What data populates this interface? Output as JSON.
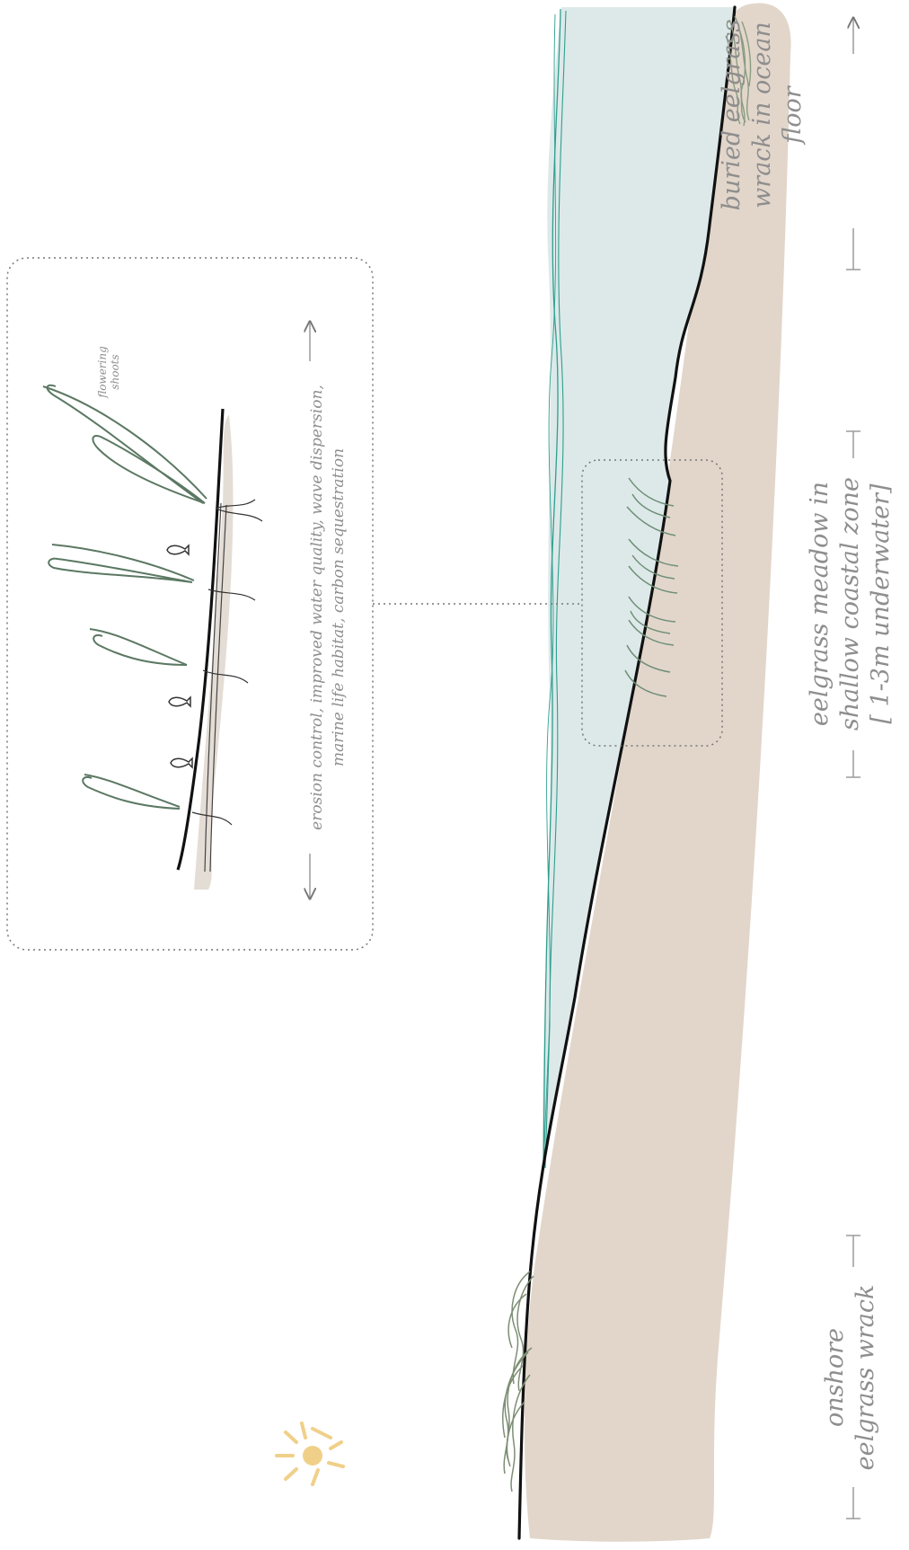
{
  "labels": {
    "buried_wrack": [
      "buried eelgrass",
      "wrack in ocean",
      "floor"
    ],
    "meadow": [
      "eelgrass meadow in",
      "shallow coastal zone",
      "[ 1-3m underwater]"
    ],
    "onshore": [
      "onshore",
      "eelgrass wrack"
    ],
    "benefits": [
      "erosion control, improved water quality, wave dispersion,",
      "marine life habitat, carbon sequestration"
    ],
    "flowering": [
      "flowering",
      "shoots"
    ]
  },
  "colors": {
    "water": "#dde9e9",
    "water_line": "#2f9e8f",
    "sand": "#e2d6cb",
    "shore_line": "#111111",
    "eelgrass": "#8fae98",
    "label_text": "#8e8e8e",
    "sun": "#f0d089",
    "dotted_frame": "#777777"
  },
  "icons": [
    "sun-icon",
    "fish-icon",
    "arrow-icon"
  ]
}
